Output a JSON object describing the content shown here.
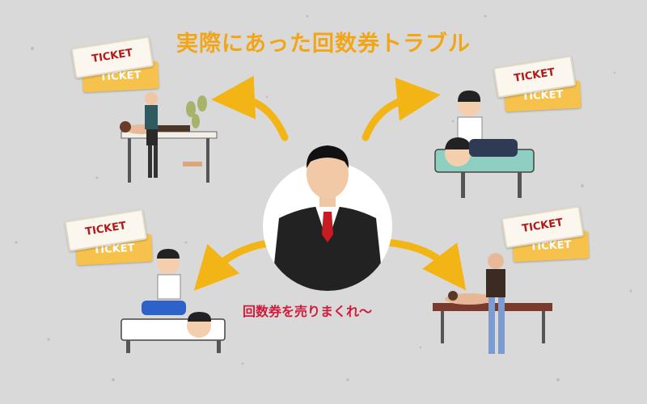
{
  "title": "実際にあった回数券トラブル",
  "caption": "回数券を売りまくれ〜",
  "ticket_text": "TICKET",
  "colors": {
    "title": "#f2a617",
    "caption": "#d11a3a",
    "arrow": "#f3b516",
    "background": "#d9d9d9"
  },
  "icons": [
    "businessman-icon",
    "ticket-icon",
    "massage-scene-icon",
    "arrow-icon"
  ]
}
